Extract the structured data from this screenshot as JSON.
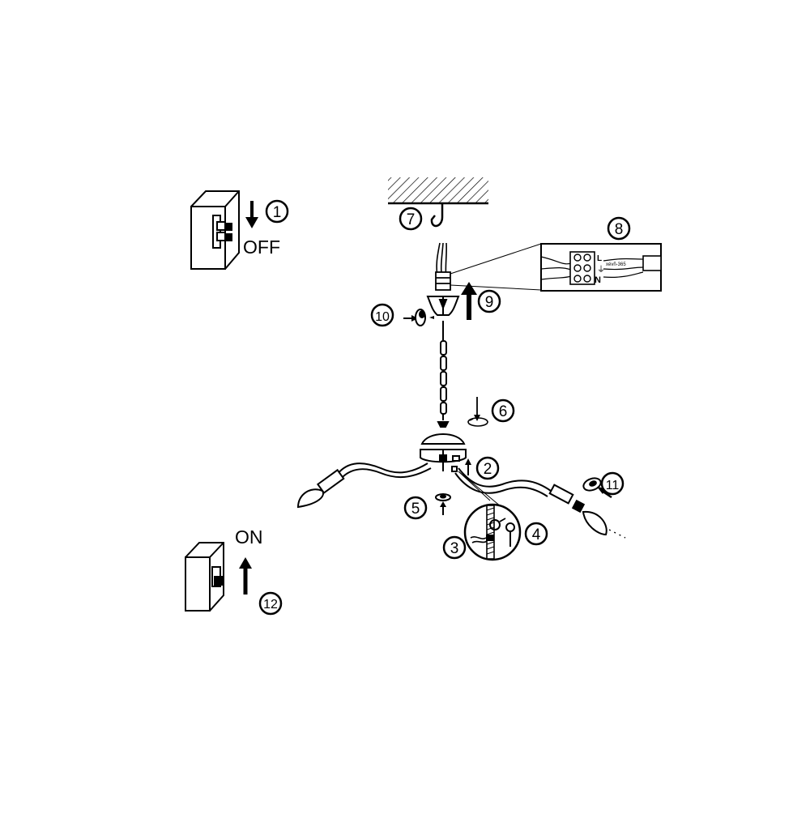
{
  "colors": {
    "ink": "#000000",
    "paper": "#ffffff",
    "hatch": "#000000"
  },
  "steps": {
    "s1": "1",
    "s2": "2",
    "s3": "3",
    "s4": "4",
    "s5": "5",
    "s6": "6",
    "s7": "7",
    "s8": "8",
    "s9": "9",
    "s10": "10",
    "s11": "11",
    "s12": "12"
  },
  "switch_off_label": "OFF",
  "switch_on_label": "ON",
  "terminal": {
    "live": "L",
    "earth": "⏚",
    "neutral": "N",
    "cable_text": "xévñ-365"
  },
  "icons": {
    "arrow": "arrow-icon",
    "hook": "ceiling-hook-icon",
    "switch": "wall-switch-icon",
    "bulb": "candle-bulb-icon"
  }
}
